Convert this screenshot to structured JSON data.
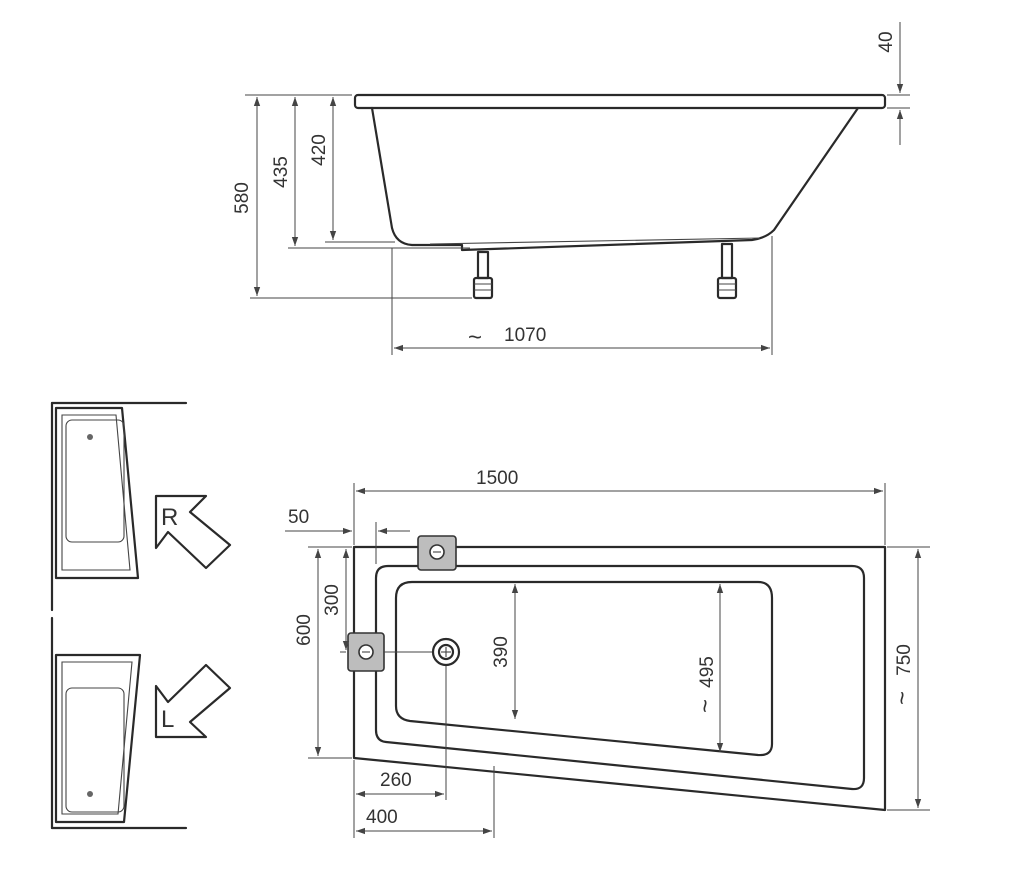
{
  "side_view": {
    "dim_580": "580",
    "dim_435": "435",
    "dim_420": "420",
    "dim_40": "40",
    "dim_1070": "1070",
    "approx_symbol": "~"
  },
  "plan_view": {
    "dim_1500": "1500",
    "dim_50": "50",
    "dim_300": "300",
    "dim_600": "600",
    "dim_390": "390",
    "dim_495": "495",
    "dim_750": "750",
    "dim_260": "260",
    "dim_400": "400",
    "approx_symbol": "~"
  },
  "orientation": {
    "right_label": "R",
    "left_label": "L"
  }
}
